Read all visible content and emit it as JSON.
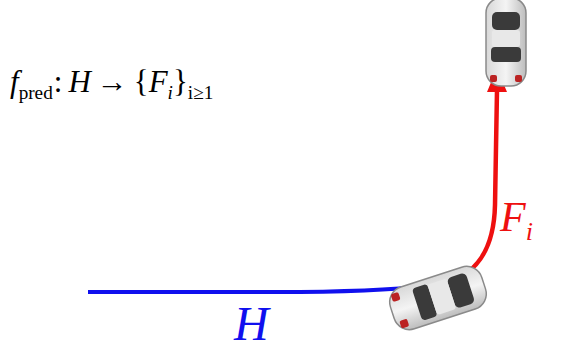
{
  "diagram": {
    "labels": [
      "f",
      "pred",
      ":",
      "H",
      "→",
      "{",
      "F",
      "i",
      "}",
      "i≥1",
      "H",
      "F",
      "i"
    ]
  }
}
